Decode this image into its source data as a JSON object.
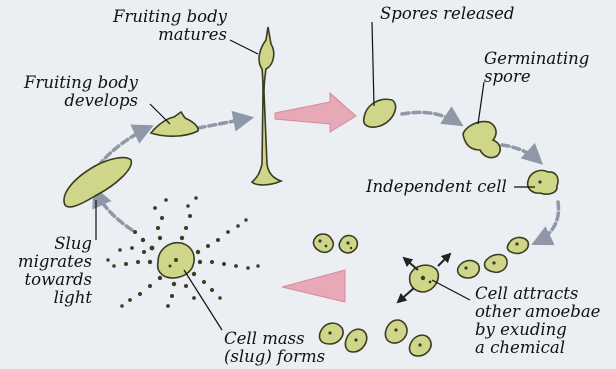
{
  "labels": {
    "fruiting_body_matures": [
      "Fruiting body",
      "matures"
    ],
    "spores_released": "Spores released",
    "germinating_spore": [
      "Germinating",
      "spore"
    ],
    "fruiting_body_develops": [
      "Fruiting body",
      "develops"
    ],
    "independent_cell": "Independent cell",
    "slug_migrates": [
      "Slug",
      "migrates",
      "towards",
      "light"
    ],
    "cell_attracts": [
      "Cell attracts",
      "other amoebae",
      "by exuding",
      "a chemical"
    ],
    "cell_mass": [
      "Cell mass",
      "(slug) forms"
    ]
  },
  "colors": {
    "background": "#ebeef3",
    "organism_fill": "#cfd68a",
    "organism_stroke": "#3a3d20",
    "arrow_gray": "#8f98a6",
    "arrow_pink": "#e7a9b6",
    "leader_line": "#111111"
  }
}
